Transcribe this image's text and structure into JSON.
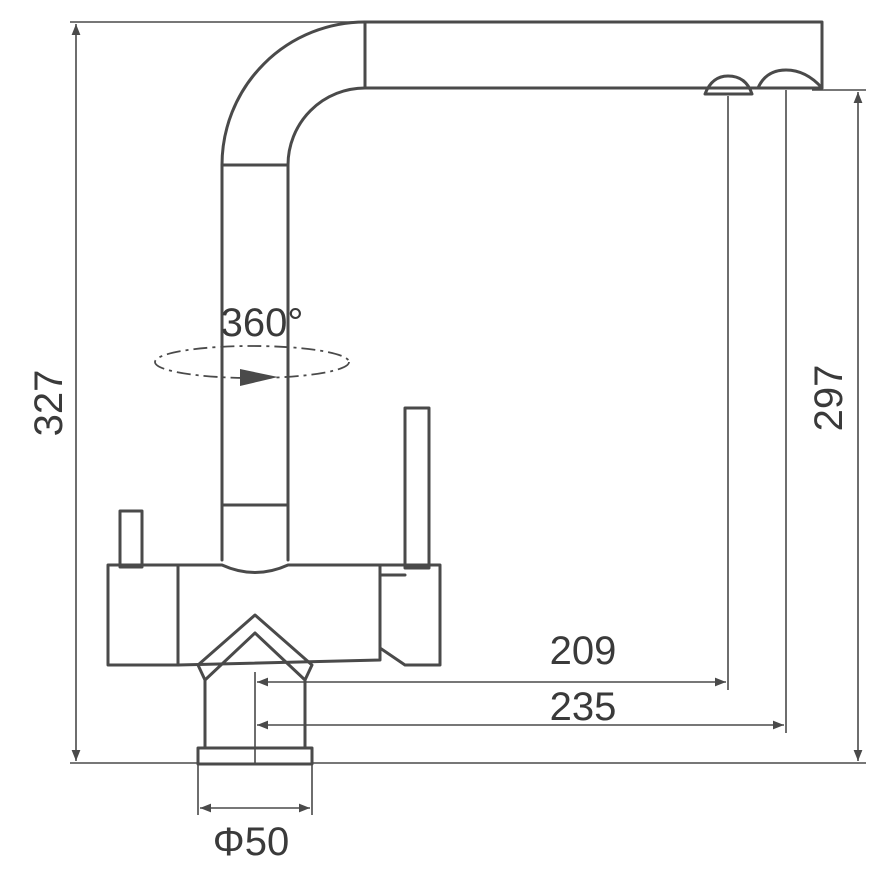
{
  "labels": {
    "rotation": "360°",
    "overall_height": "327",
    "spout_height": "297",
    "reach_inner": "209",
    "reach_outer": "235",
    "base_diameter": "Φ50"
  },
  "colors": {
    "line": "#4a4a4a",
    "text": "#3a3a3a",
    "background": "#ffffff"
  }
}
